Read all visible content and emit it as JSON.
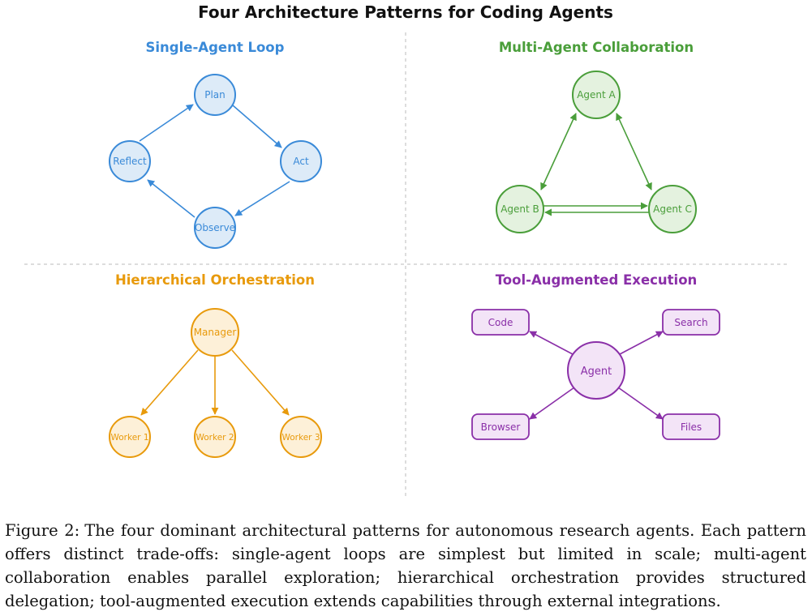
{
  "figure": {
    "title": "Four Architecture Patterns for Coding Agents",
    "caption_label": "Figure 2:",
    "caption_text": "The four dominant architectural patterns for autonomous research agents. Each pattern offers distinct trade-offs: single-agent loops are simplest but limited in scale; multi-agent collaboration enables parallel exploration; hierarchical orchestration provides structured delegation; tool-augmented execution extends capabilities through external integrations."
  },
  "colors": {
    "blue": "#3a8ad8",
    "blue_fill": "#ddebf8",
    "green": "#4a9e3a",
    "green_fill": "#e4f2df",
    "orange": "#e89a0c",
    "orange_fill": "#fdf0d8",
    "purple": "#8a2fa8",
    "purple_fill": "#f3e4f7",
    "divider": "#bbbbbb"
  },
  "panels": {
    "single_agent": {
      "title": "Single-Agent Loop",
      "nodes": {
        "plan": "Plan",
        "act": "Act",
        "observe": "Observe",
        "reflect": "Reflect"
      }
    },
    "multi_agent": {
      "title": "Multi-Agent Collaboration",
      "nodes": {
        "a": "Agent A",
        "b": "Agent B",
        "c": "Agent C"
      }
    },
    "hierarchical": {
      "title": "Hierarchical Orchestration",
      "nodes": {
        "manager": "Manager",
        "w1": "Worker 1",
        "w2": "Worker 2",
        "w3": "Worker 3"
      }
    },
    "tool_augmented": {
      "title": "Tool-Augmented Execution",
      "nodes": {
        "agent": "Agent",
        "code": "Code",
        "search": "Search",
        "browser": "Browser",
        "files": "Files"
      }
    }
  }
}
